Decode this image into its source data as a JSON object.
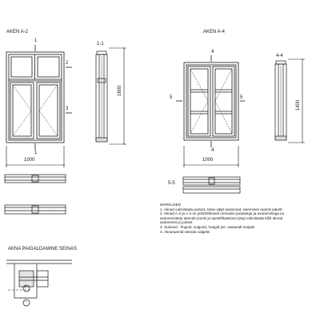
{
  "window_a2": {
    "title": "AKEN A-2",
    "section_1_1": "1-1",
    "width_dim": "1000",
    "height_dim": "1600",
    "marker_1": "1",
    "marker_2": "2",
    "marker_3": "3"
  },
  "window_a4": {
    "title": "AKEN A-4",
    "section_4_4": "4-4",
    "width_dim": "1000",
    "height_dim": "1400",
    "marker_4": "4",
    "marker_5": "5"
  },
  "section_5_5": "5-5",
  "notes": {
    "heading": "MÄRKUSED",
    "items": [
      "1. Aknad valmistada puitust, sisse-väljä avanevad, sisemises raamis pakett",
      "2. Aknad A-2 ja A-4 on pöörlöhtluseit ornevate juxtastega ja avanemisega eu",
      "avanemistüüp akende joonis ja spetsifikatsiooni järgi valmistada kõik aknad",
      "avanemist ja joolast",
      "3. Sulused - fingeid, sulgurid, haagid jne. vastavalt tootjale",
      "4. Aknaraamid värvida valgeks"
    ]
  },
  "placement": {
    "title": "AKNA PAIGALDAMINE SEINAS",
    "plus": "+",
    "minus": "−"
  },
  "colors": {
    "line": "#1a1a1a",
    "glass": "#ffffff"
  }
}
